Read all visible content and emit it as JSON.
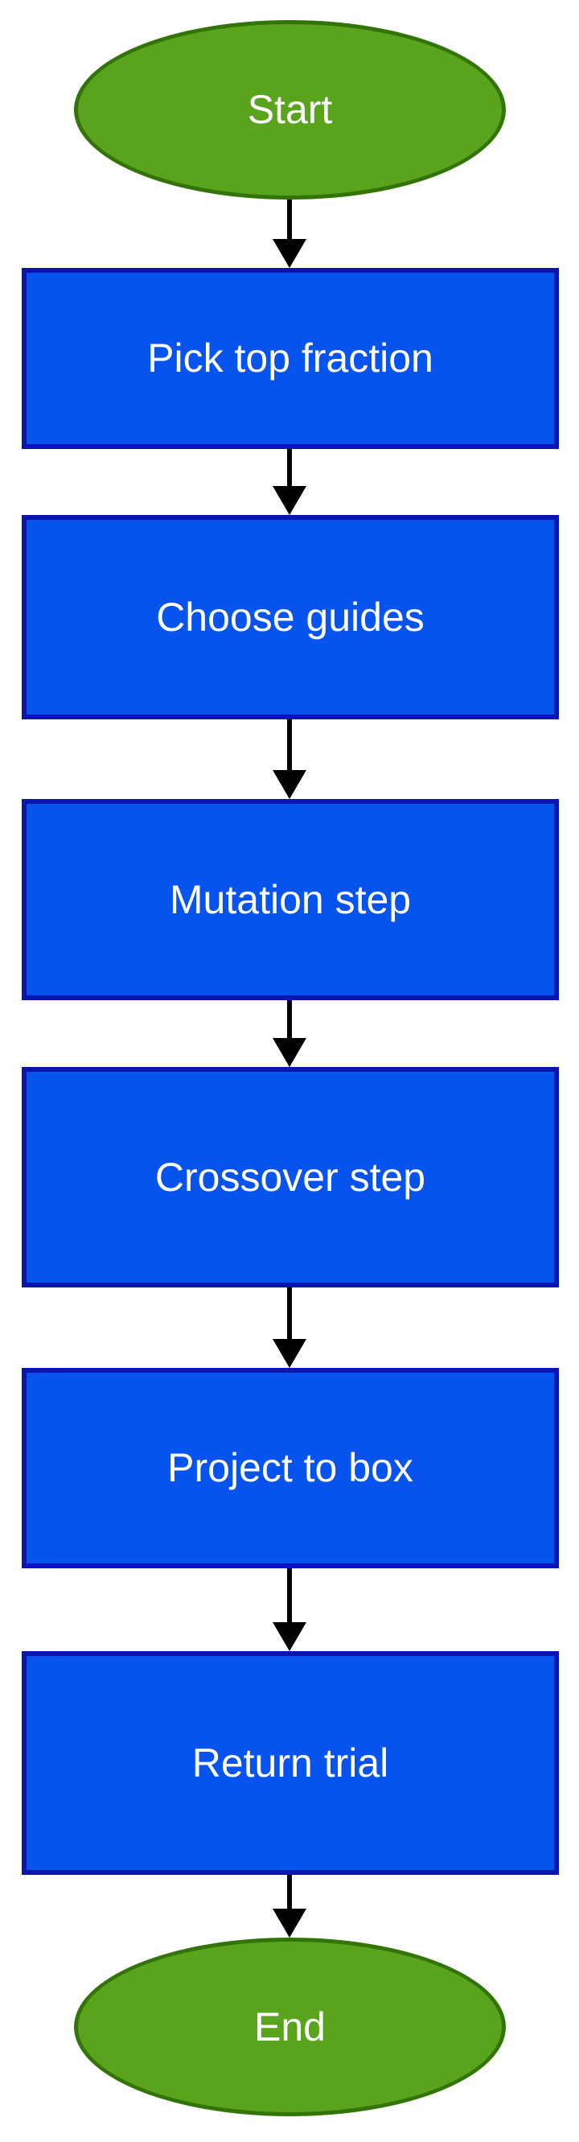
{
  "diagram": {
    "type": "flowchart",
    "direction": "top-to-bottom",
    "nodes": [
      {
        "id": "start",
        "shape": "ellipse",
        "label": "Start"
      },
      {
        "id": "step1",
        "shape": "rectangle",
        "label": "Pick top fraction"
      },
      {
        "id": "step2",
        "shape": "rectangle",
        "label": "Choose guides"
      },
      {
        "id": "step3",
        "shape": "rectangle",
        "label": "Mutation step"
      },
      {
        "id": "step4",
        "shape": "rectangle",
        "label": "Crossover step"
      },
      {
        "id": "step5",
        "shape": "rectangle",
        "label": "Project to box"
      },
      {
        "id": "step6",
        "shape": "rectangle",
        "label": "Return trial"
      },
      {
        "id": "end",
        "shape": "ellipse",
        "label": "End"
      }
    ],
    "edges": [
      {
        "from": "start",
        "to": "step1",
        "direction": "down"
      },
      {
        "from": "step1",
        "to": "step2",
        "direction": "down"
      },
      {
        "from": "step2",
        "to": "step3",
        "direction": "down"
      },
      {
        "from": "step3",
        "to": "step4",
        "direction": "down"
      },
      {
        "from": "step4",
        "to": "step5",
        "direction": "down"
      },
      {
        "from": "step5",
        "to": "step6",
        "direction": "down"
      },
      {
        "from": "step6",
        "to": "end",
        "direction": "down"
      }
    ],
    "colors": {
      "terminator_fill": "#59a41c",
      "terminator_border": "#337409",
      "process_fill": "#0653ed",
      "process_border": "#0916ae",
      "text": "#ffffff",
      "arrow": "#000000",
      "background": "#ffffff"
    }
  }
}
